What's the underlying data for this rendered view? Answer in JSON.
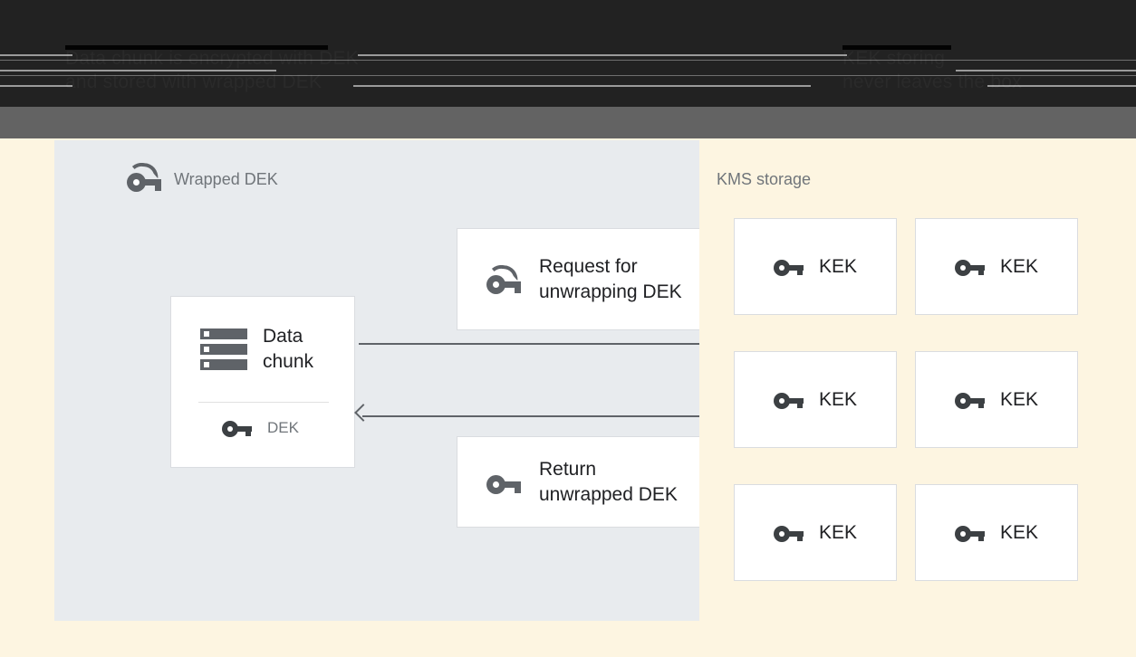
{
  "banner": {
    "overlay_text_left": "Data chunk is encrypted with DEK\nand stored with wrapped DEK",
    "overlay_text_right": "KEK storing\nnever leaves the box",
    "background_color": "#222222",
    "strip_color": "#636363"
  },
  "diagram": {
    "background_color": "#fdf5e1",
    "left_panel": {
      "title": "Wrapped DEK",
      "title_icon": "wrapped-key-icon",
      "background_color": "#e8ebee",
      "data_chunk_card": {
        "icon": "storage-icon",
        "label": "Data\nchunk",
        "key_icon": "key-icon",
        "key_label": "DEK"
      },
      "messages": [
        {
          "id": "request",
          "icon": "wrapped-key-icon",
          "label": "Request for\nunwrapping DEK"
        },
        {
          "id": "return",
          "icon": "key-icon",
          "label": "Return\nunwrapped DEK"
        }
      ],
      "arrows": [
        {
          "id": "to-kms",
          "direction": "right"
        },
        {
          "id": "from-kms",
          "direction": "left"
        }
      ]
    },
    "right_panel": {
      "title": "KMS storage",
      "background_color": "#fdf5e1",
      "keys": [
        {
          "icon": "key-icon",
          "label": "KEK"
        },
        {
          "icon": "key-icon",
          "label": "KEK"
        },
        {
          "icon": "key-icon",
          "label": "KEK"
        },
        {
          "icon": "key-icon",
          "label": "KEK"
        },
        {
          "icon": "key-icon",
          "label": "KEK"
        },
        {
          "icon": "key-icon",
          "label": "KEK"
        }
      ]
    }
  },
  "colors": {
    "card_border": "#dadce0",
    "icon_gray": "#5f6368",
    "text_primary": "#202124",
    "text_secondary": "#70757a",
    "clip_strip": "#dddddd"
  }
}
